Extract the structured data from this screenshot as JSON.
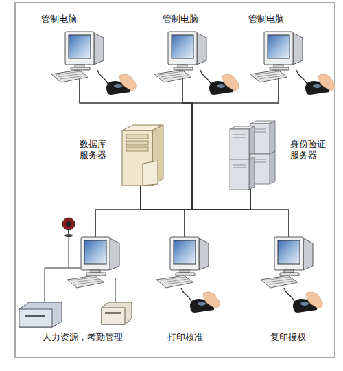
{
  "diagram": {
    "nodes": [
      {
        "text": [
          "管制电脑"
        ]
      },
      {
        "text": [
          "管制电脑"
        ]
      },
      {
        "text": [
          "管制电脑"
        ]
      },
      {
        "text": [
          "数据库 服务器"
        ]
      },
      {
        "text": [
          "身份验证 服务器"
        ]
      },
      {
        "text": [
          "人力资源，考勤管理"
        ]
      },
      {
        "text": [
          "打印核准"
        ]
      },
      {
        "text": [
          "复印授权"
        ]
      }
    ],
    "edges": [
      {
        "from": 0,
        "to": 3,
        "arrow": "none"
      },
      {
        "from": 0,
        "to": 4,
        "arrow": "none"
      },
      {
        "from": 1,
        "to": 3,
        "arrow": "none"
      },
      {
        "from": 1,
        "to": 4,
        "arrow": "none"
      },
      {
        "from": 2,
        "to": 3,
        "arrow": "none"
      },
      {
        "from": 2,
        "to": 4,
        "arrow": "none"
      },
      {
        "from": 5,
        "to": 3,
        "arrow": "none"
      },
      {
        "from": 5,
        "to": 4,
        "arrow": "none"
      },
      {
        "from": 6,
        "to": 3,
        "arrow": "none"
      },
      {
        "from": 6,
        "to": 4,
        "arrow": "none"
      },
      {
        "from": 7,
        "to": 3,
        "arrow": "none"
      },
      {
        "from": 7,
        "to": 4,
        "arrow": "none"
      }
    ]
  }
}
